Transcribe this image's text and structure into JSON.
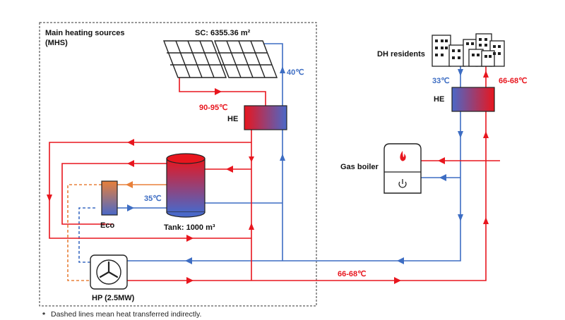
{
  "labels": {
    "mhs_line1": "Main heating sources",
    "mhs_line2": "(MHS)",
    "sc": "SC: 6355.36 m²",
    "temp_sc_return": "40℃",
    "temp_sc_supply": "90-95℃",
    "he_main": "HE",
    "tank": "Tank: 1000 m³",
    "temp_eco": "35℃",
    "eco": "Eco",
    "hp": "HP (2.5MW)",
    "dh_residents": "DH residents",
    "temp_dh_return": "33℃",
    "temp_dh_supply": "66-68℃",
    "he_dh": "HE",
    "gas_boiler": "Gas boiler",
    "temp_main_supply": "66-68℃"
  },
  "footnote": {
    "star": "*",
    "text": "Dashed lines mean heat transferred indirectly."
  },
  "colors": {
    "supply": "#e8161e",
    "return": "#3d6dc3",
    "orange": "#e8803a",
    "border": "#333333"
  }
}
